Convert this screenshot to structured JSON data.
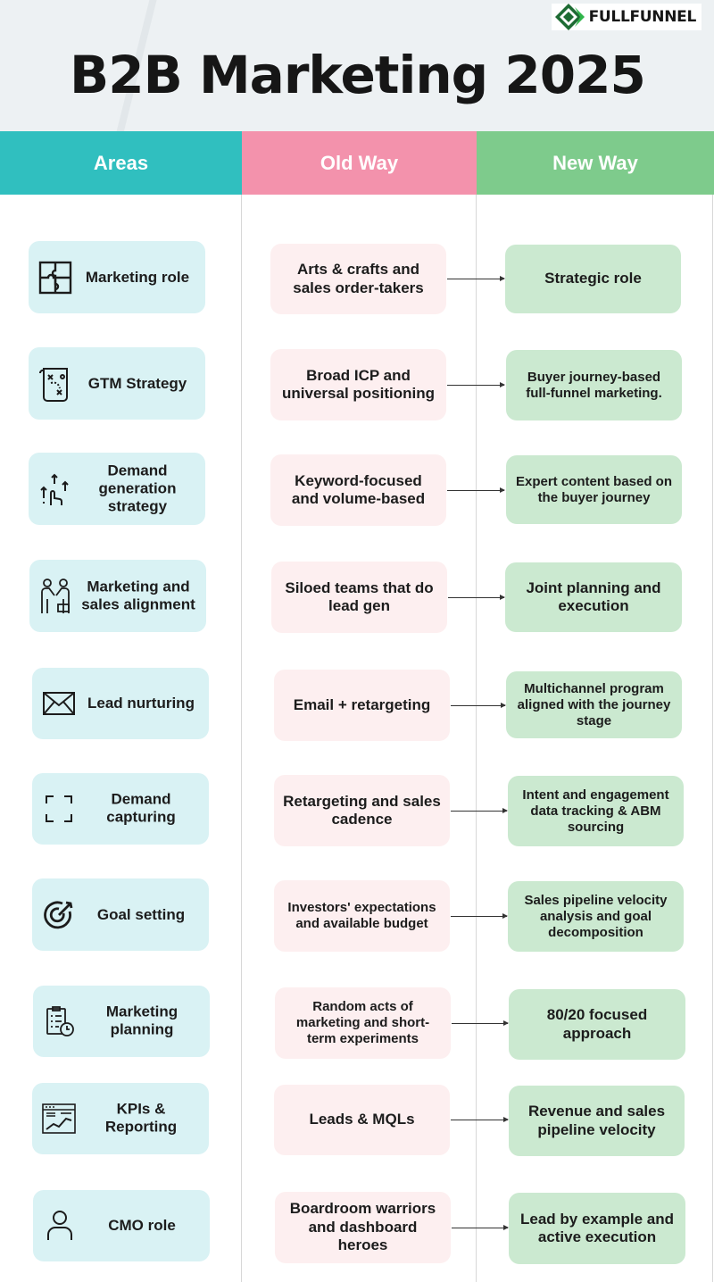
{
  "title": "B2B Marketing 2025",
  "brand": {
    "name": "FULLFUNNEL",
    "colors": {
      "dark": "#1d6b33",
      "light": "#2fb54a"
    }
  },
  "columns": {
    "areas": "Areas",
    "old_way": "Old Way",
    "new_way": "New Way"
  },
  "colors": {
    "areas": "#30bfbf",
    "old_way": "#f392ac",
    "new_way": "#7ecb8c",
    "area_box": "#d9f2f4",
    "old_box": "#fdeff0",
    "new_box": "#cbe9d0"
  },
  "rows": [
    {
      "area": "Marketing role",
      "icon": "puzzle-icon",
      "old": "Arts & crafts and sales order-takers",
      "new": "Strategic role"
    },
    {
      "area": "GTM Strategy",
      "icon": "strategy-map-icon",
      "old": "Broad ICP and universal positioning",
      "new": "Buyer journey-based full-funnel marketing."
    },
    {
      "area": "Demand generation strategy",
      "icon": "growth-hand-icon",
      "old": "Keyword-focused and volume-based",
      "new": "Expert content based on the buyer journey"
    },
    {
      "area": "Marketing and sales alignment",
      "icon": "handshake-icon",
      "old": "Siloed teams that do lead gen",
      "new": "Joint planning and execution"
    },
    {
      "area": "Lead nurturing",
      "icon": "envelope-icon",
      "old": "Email + retargeting",
      "new": "Multichannel program aligned with the journey stage"
    },
    {
      "area": "Demand capturing",
      "icon": "capture-frame-icon",
      "old": "Retargeting and sales cadence",
      "new": "Intent and engagement data tracking & ABM sourcing"
    },
    {
      "area": "Goal setting",
      "icon": "target-icon",
      "old": "Investors' expectations and available budget",
      "new": "Sales pipeline velocity analysis and goal decomposition"
    },
    {
      "area": "Marketing planning",
      "icon": "clipboard-clock-icon",
      "old": "Random acts of marketing and short-term experiments",
      "new": "80/20 focused approach"
    },
    {
      "area": "KPIs & Reporting",
      "icon": "dashboard-chart-icon",
      "old": "Leads & MQLs",
      "new": "Revenue and sales pipeline velocity"
    },
    {
      "area": "CMO role",
      "icon": "person-icon",
      "old": "Boardroom warriors and dashboard heroes",
      "new": "Lead by example and active execution"
    }
  ]
}
